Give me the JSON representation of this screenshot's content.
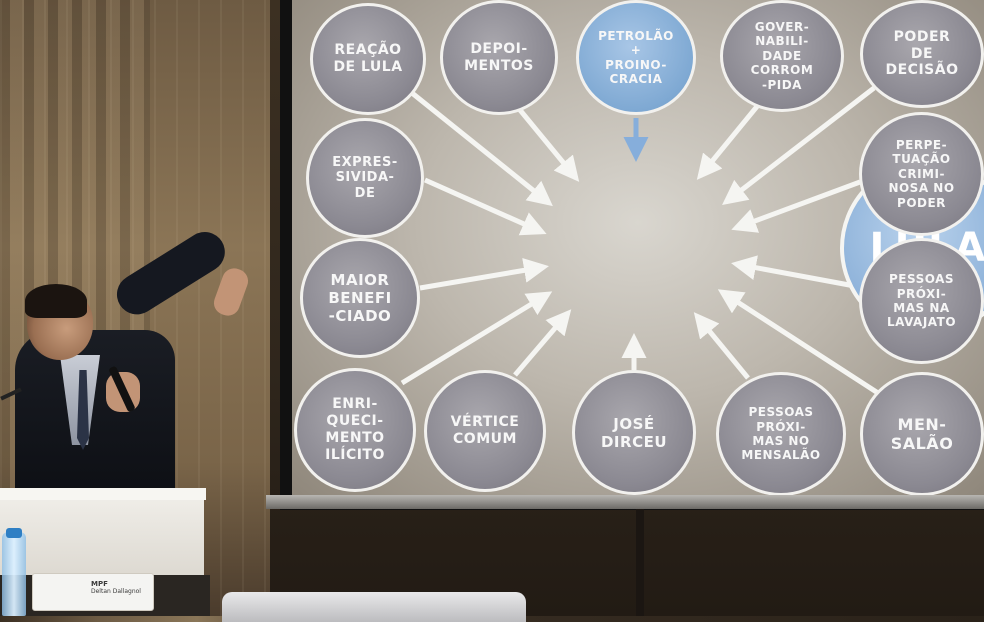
{
  "slide": {
    "center_label": "LULA",
    "nodes": [
      {
        "id": "reacao-de-lula",
        "label": "REAÇÃO\nDE LULA",
        "style": "gray"
      },
      {
        "id": "depoimentos",
        "label": "DEPOI-\nMENTOS",
        "style": "gray"
      },
      {
        "id": "petrolao-proinocracia",
        "label": "PETROLÃO\n+\nPROINO-\nCRACIA",
        "style": "blue"
      },
      {
        "id": "governabilidade-corrompida",
        "label": "GOVER-\nNABILI-\nDADE\nCORROM\n-PIDA",
        "style": "gray"
      },
      {
        "id": "poder-de-decisao",
        "label": "PODER\nDE\nDECISÃO",
        "style": "gray"
      },
      {
        "id": "expressividade",
        "label": "EXPRES-\nSIVIDA-\nDE",
        "style": "gray"
      },
      {
        "id": "perpetuacao-criminosa",
        "label": "PERPE-\nTUAÇÃO\nCRIMI-\nNOSA NO\nPODER",
        "style": "gray"
      },
      {
        "id": "maior-beneficiado",
        "label": "MAIOR\nBENEFI\n-CIADO",
        "style": "gray"
      },
      {
        "id": "pessoas-proximas-lavajato",
        "label": "PESSOAS\nPRÓXI-\nMAS NA\nLAVAJATO",
        "style": "gray"
      },
      {
        "id": "enriquecimento-ilicito",
        "label": "ENRI-\nQUECI-\nMENTO\nILÍCITO",
        "style": "gray"
      },
      {
        "id": "vertice-comum",
        "label": "VÉRTICE\nCOMUM",
        "style": "gray"
      },
      {
        "id": "jose-dirceu",
        "label": "JOSÉ\nDIRCEU",
        "style": "gray"
      },
      {
        "id": "pessoas-proximas-mensalao",
        "label": "PESSOAS\nPRÓXI-\nMAS NO\nMENSALÃO",
        "style": "gray"
      },
      {
        "id": "mensalao",
        "label": "MEN-\nSALÃO",
        "style": "gray"
      }
    ]
  },
  "nameplate": {
    "logo_text": "MPF",
    "name_text": "Deltan Dallagnol"
  },
  "colors": {
    "node_gray": "#8b8992",
    "node_blue": "#7fa9d3",
    "center_blue": "#8fb3da",
    "arrow_white": "#f5f5f2",
    "arrow_blue": "#86aedb"
  }
}
